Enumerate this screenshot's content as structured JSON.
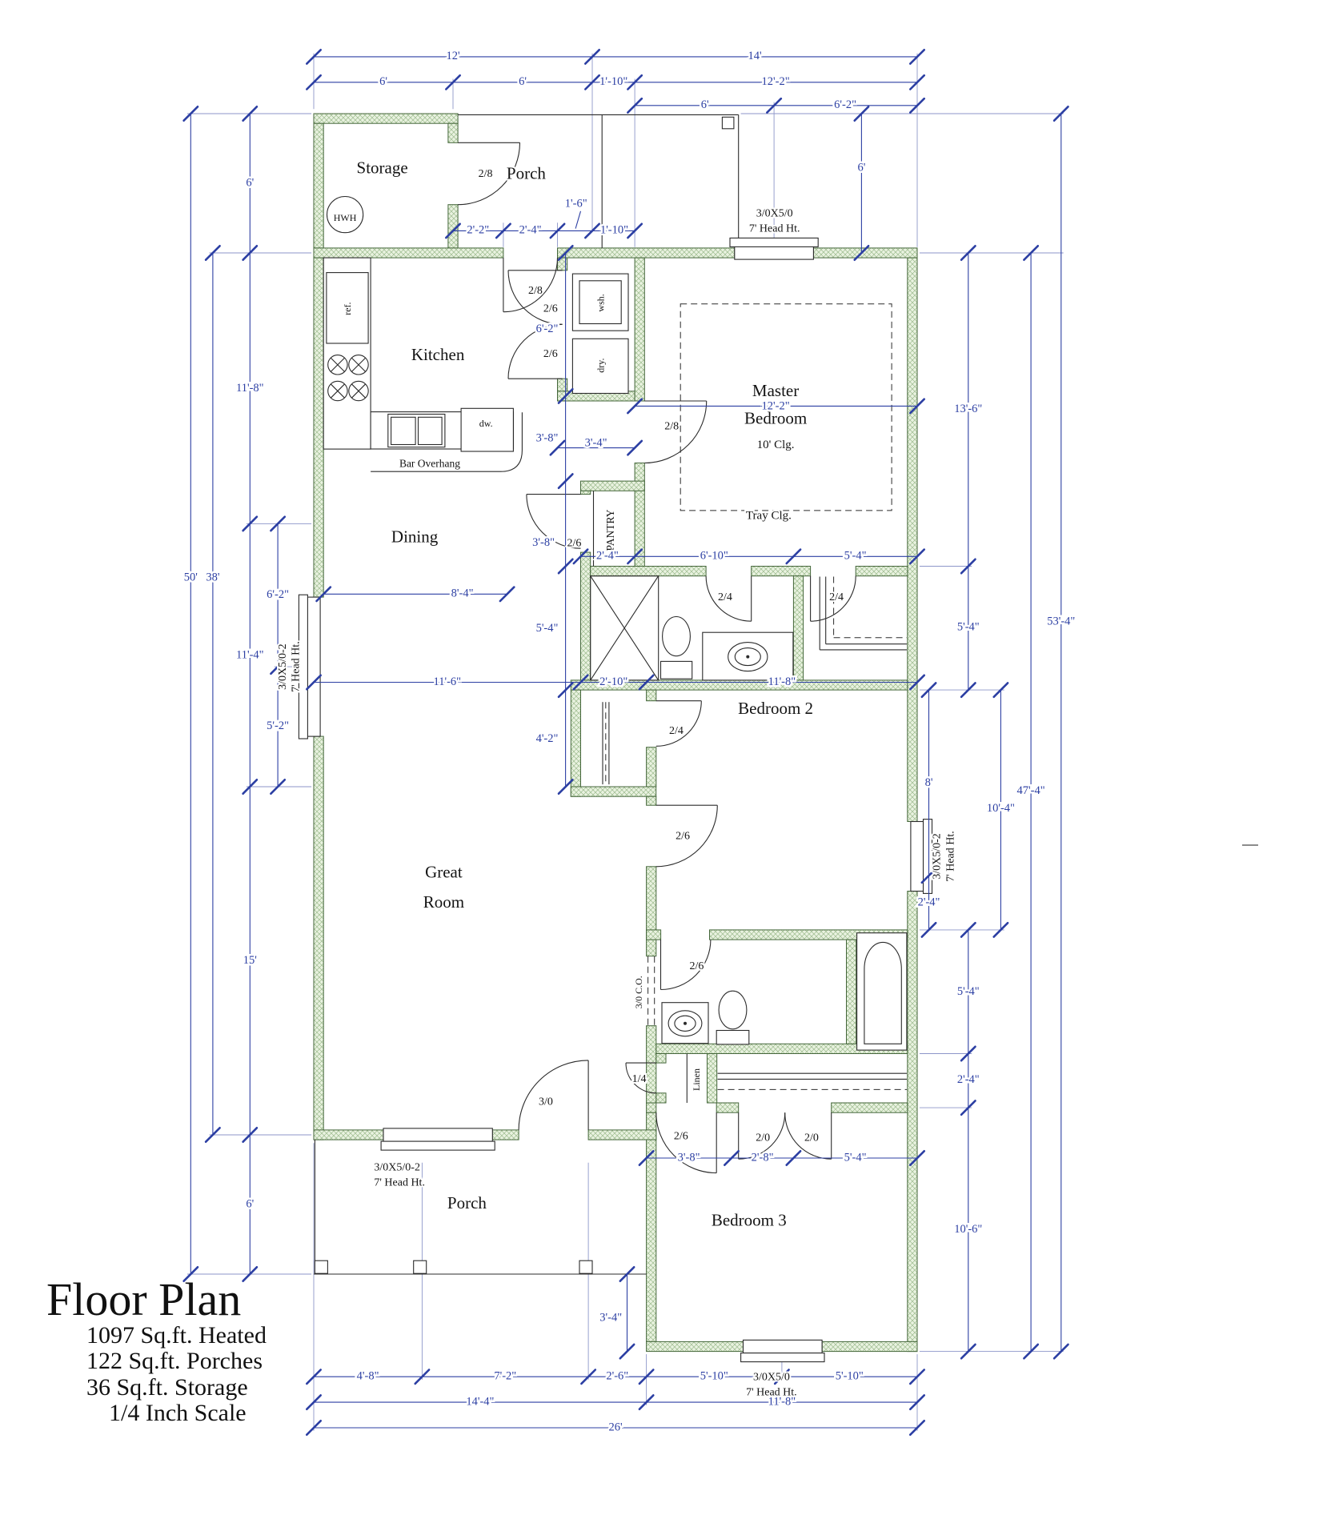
{
  "title_block": {
    "title": "Floor Plan",
    "stats": [
      "1097 Sq.ft. Heated",
      "122 Sq.ft. Porches",
      "36 Sq.ft. Storage",
      "1/4 Inch Scale"
    ]
  },
  "rooms": {
    "storage": "Storage",
    "porch_top": "Porch",
    "kitchen": "Kitchen",
    "dining": "Dining",
    "master_1": "Master",
    "master_2": "Bedroom",
    "master_clg": "10' Clg.",
    "tray": "Tray Clg.",
    "great_1": "Great",
    "great_2": "Room",
    "bedroom2": "Bedroom 2",
    "porch_bottom": "Porch",
    "bedroom3": "Bedroom 3"
  },
  "fixtures": {
    "hwh": "HWH",
    "ref": "ref.",
    "wsh": "wsh.",
    "dry": "dry.",
    "dw": "dw.",
    "bar_overhang": "Bar Overhang",
    "pantry": "PANTRY",
    "linen": "Linen",
    "co": "3/0 C.O."
  },
  "doors": {
    "d_storage": "2/8",
    "d_kitchen": "2/8",
    "d_laundry_a": "2/6",
    "d_laundry_b": "2/6",
    "d_master": "2/8",
    "d_pantry": "2/6",
    "d_bath1": "2/4",
    "d_mcloset": "2/4",
    "d_b2closet": "2/4",
    "d_b2": "2/6",
    "d_bath2": "2/6",
    "d_linen": "1/4",
    "d_b3": "2/6",
    "d_b3closet_a": "2/0",
    "d_b3closet_b": "2/0",
    "d_front": "3/0"
  },
  "windows": {
    "w_master": [
      "3/0X5/0",
      "7' Head Ht."
    ],
    "w_dining": [
      "3/0X5/0-2",
      "7' Head Ht."
    ],
    "w_great": [
      "3/0X5/0-2",
      "7' Head Ht."
    ],
    "w_b2": [
      "3/0X5/0-2",
      "7' Head Ht."
    ],
    "w_b3": [
      "3/0X5/0",
      "7' Head Ht."
    ]
  },
  "dims": {
    "top": [
      "12'",
      "14'",
      "6'",
      "6'",
      "1'-10\"",
      "12'-2\"",
      "6'",
      "6'-2\""
    ],
    "porch_row": [
      "2'-2\"",
      "2'-4\"",
      "1'-6\"",
      "1'-10\""
    ],
    "left": [
      "50'",
      "38'",
      "6'",
      "11'-8\"",
      "11'-4\"",
      "15'",
      "6'",
      "6'-2\"",
      "5'-2\""
    ],
    "right": [
      "6'",
      "13'-6\"",
      "5'-4\"",
      "8'",
      "2'-4\"",
      "10'-4\"",
      "47'-4\"",
      "53'-4\"",
      "5'-4\"",
      "2'-4\"",
      "10'-6\""
    ],
    "bottom": [
      "4'-8\"",
      "7'-2\"",
      "2'-6\"",
      "5'-10\"",
      "5'-10\"",
      "14'-4\"",
      "11'-8\"",
      "26'",
      "3'-4\""
    ],
    "interior": [
      "6'-2\"",
      "3'-4\"",
      "3'-8\"",
      "3'-8\"",
      "12'-2\"",
      "2'-4\"",
      "6'-10\"",
      "5'-4\"",
      "5'-4\"",
      "4'-2\"",
      "8'-4\"",
      "11'-6\"",
      "2'-10\"",
      "11'-8\"",
      "3'-8\"",
      "2'-8\"",
      "5'-4\""
    ]
  },
  "colors": {
    "dimension_blue": "#2c3fa3",
    "wall_green": "#9dbb8e"
  }
}
